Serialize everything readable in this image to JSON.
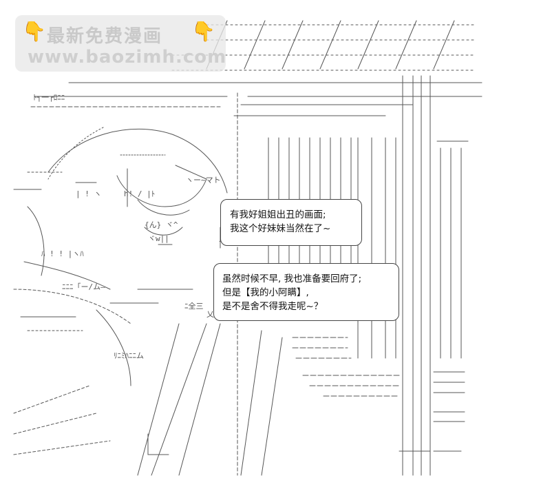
{
  "watermark": {
    "title": "最新免费漫画",
    "url": "www.baozimh.com",
    "icon": "pointing-hand-icon"
  },
  "dialogue": {
    "bubble_1": [
      "有我好姐姐出丑的画面;",
      "我这个好妹妹当然在了~"
    ],
    "bubble_2": [
      "虽然时候不早, 我也准备要回府了;",
      "但是【我的小阿瞒】,",
      "是不是舍不得我走呢~？"
    ]
  },
  "colors": {
    "background": "#ffffff",
    "ink": "#333333",
    "watermark_text": "#c9c9c9",
    "watermark_icon": "#f2a33a"
  }
}
